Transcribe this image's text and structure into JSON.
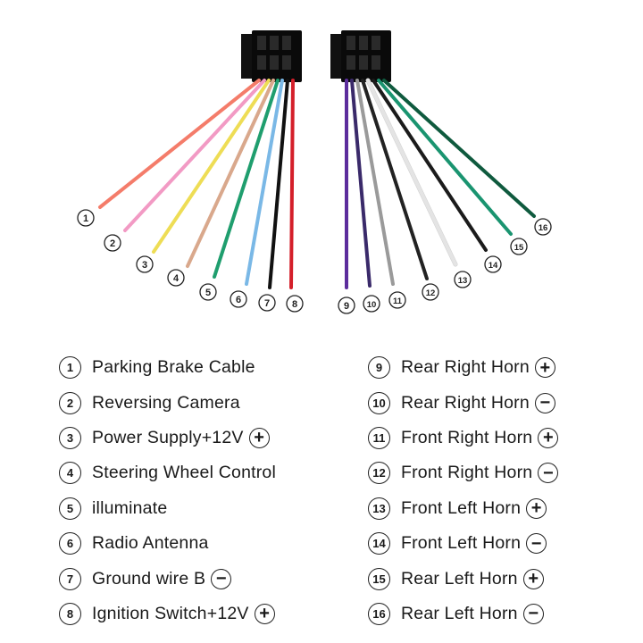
{
  "wires_left": [
    {
      "num": "1",
      "label": "Parking Brake Cable",
      "sign": "",
      "color": "#f47c6a"
    },
    {
      "num": "2",
      "label": "Reversing Camera",
      "sign": "",
      "color": "#f29ac4"
    },
    {
      "num": "3",
      "label": "Power Supply+12V",
      "sign": "+",
      "color": "#eedd55"
    },
    {
      "num": "4",
      "label": "Steering Wheel Control",
      "sign": "",
      "color": "#d9a88c"
    },
    {
      "num": "5",
      "label": "illuminate",
      "sign": "",
      "color": "#1f9e6e"
    },
    {
      "num": "6",
      "label": "Radio Antenna",
      "sign": "",
      "color": "#7ab8e6"
    },
    {
      "num": "7",
      "label": "Ground wire B",
      "sign": "−",
      "color": "#111111"
    },
    {
      "num": "8",
      "label": "Ignition Switch+12V",
      "sign": "+",
      "color": "#d41f2a"
    }
  ],
  "wires_right": [
    {
      "num": "9",
      "label": "Rear Right Horn",
      "sign": "+",
      "color": "#5c2d9c"
    },
    {
      "num": "10",
      "label": "Rear Right Horn",
      "sign": "−",
      "color": "#3a2a6a"
    },
    {
      "num": "11",
      "label": "Front Right Horn",
      "sign": "+",
      "color": "#9a9a9a"
    },
    {
      "num": "12",
      "label": "Front Right Horn",
      "sign": "−",
      "color": "#222222"
    },
    {
      "num": "13",
      "label": "Front Left Horn",
      "sign": "+",
      "color": "#e4e4e4"
    },
    {
      "num": "14",
      "label": "Front Left Horn",
      "sign": "−",
      "color": "#1b1b1b"
    },
    {
      "num": "15",
      "label": "Rear Left Horn",
      "sign": "+",
      "color": "#1a9470"
    },
    {
      "num": "16",
      "label": "Rear Left Horn",
      "sign": "−",
      "color": "#0f5a3e"
    }
  ]
}
